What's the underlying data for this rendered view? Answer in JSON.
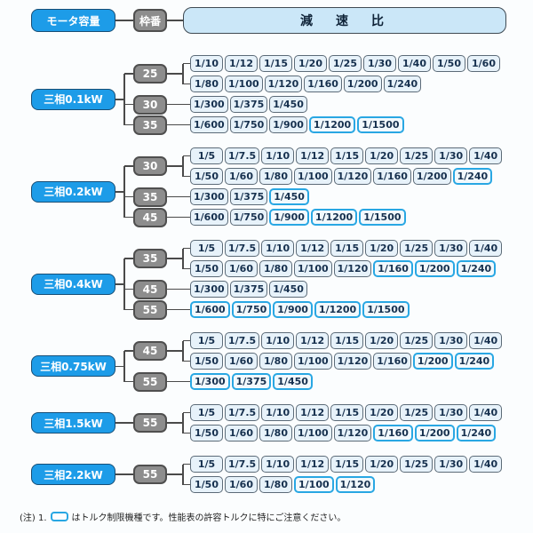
{
  "header": {
    "motor_capacity": "モータ容量",
    "frame_number": "枠番",
    "reduction_ratio": "減　速　比"
  },
  "colors": {
    "motor_box_fill": "#1d9ce8",
    "frame_box_fill": "#8d8d8d",
    "ratio_box_fill": "#e7f2fa",
    "reduction_header_fill": "#cbe7f8",
    "torque_limited_border": "#29a7e3",
    "connector_line": "#4a4a4a"
  },
  "groups": [
    {
      "motor": "三相0.1kW",
      "frames": [
        {
          "frame": "25",
          "rows": [
            [
              "1/10",
              "1/12",
              "1/15",
              "1/20",
              "1/25",
              "1/30",
              "1/40",
              "1/50",
              "1/60"
            ],
            [
              "1/80",
              "1/100",
              "1/120",
              "1/160",
              "1/200",
              "1/240"
            ]
          ]
        },
        {
          "frame": "30",
          "rows": [
            [
              "1/300",
              "1/375",
              "1/450"
            ]
          ]
        },
        {
          "frame": "35",
          "rows": [
            [
              "1/600",
              "1/750",
              "1/900",
              {
                "label": "1/1200",
                "torque_limited": true
              },
              {
                "label": "1/1500",
                "torque_limited": true
              }
            ]
          ]
        }
      ]
    },
    {
      "motor": "三相0.2kW",
      "frames": [
        {
          "frame": "30",
          "rows": [
            [
              "1/5",
              "1/7.5",
              "1/10",
              "1/12",
              "1/15",
              "1/20",
              "1/25",
              "1/30",
              "1/40"
            ],
            [
              "1/50",
              "1/60",
              "1/80",
              "1/100",
              "1/120",
              "1/160",
              "1/200",
              {
                "label": "1/240",
                "torque_limited": true
              }
            ]
          ]
        },
        {
          "frame": "35",
          "rows": [
            [
              "1/300",
              "1/375",
              {
                "label": "1/450",
                "torque_limited": true
              }
            ]
          ]
        },
        {
          "frame": "45",
          "rows": [
            [
              "1/600",
              "1/750",
              {
                "label": "1/900",
                "torque_limited": true
              },
              {
                "label": "1/1200",
                "torque_limited": true
              },
              {
                "label": "1/1500",
                "torque_limited": true
              }
            ]
          ]
        }
      ]
    },
    {
      "motor": "三相0.4kW",
      "frames": [
        {
          "frame": "35",
          "rows": [
            [
              "1/5",
              "1/7.5",
              "1/10",
              "1/12",
              "1/15",
              "1/20",
              "1/25",
              "1/30",
              "1/40"
            ],
            [
              "1/50",
              "1/60",
              "1/80",
              "1/100",
              "1/120",
              {
                "label": "1/160",
                "torque_limited": true
              },
              {
                "label": "1/200",
                "torque_limited": true
              },
              {
                "label": "1/240",
                "torque_limited": true
              }
            ]
          ]
        },
        {
          "frame": "45",
          "rows": [
            [
              "1/300",
              "1/375",
              "1/450"
            ]
          ]
        },
        {
          "frame": "55",
          "rows": [
            [
              {
                "label": "1/600",
                "torque_limited": true
              },
              {
                "label": "1/750",
                "torque_limited": true
              },
              {
                "label": "1/900",
                "torque_limited": true
              },
              {
                "label": "1/1200",
                "torque_limited": true
              },
              {
                "label": "1/1500",
                "torque_limited": true
              }
            ]
          ]
        }
      ]
    },
    {
      "motor": "三相0.75kW",
      "frames": [
        {
          "frame": "45",
          "rows": [
            [
              "1/5",
              "1/7.5",
              "1/10",
              "1/12",
              "1/15",
              "1/20",
              "1/25",
              "1/30",
              "1/40"
            ],
            [
              "1/50",
              "1/60",
              "1/80",
              "1/100",
              "1/120",
              "1/160",
              {
                "label": "1/200",
                "torque_limited": true
              },
              {
                "label": "1/240",
                "torque_limited": true
              }
            ]
          ]
        },
        {
          "frame": "55",
          "rows": [
            [
              {
                "label": "1/300",
                "torque_limited": true
              },
              {
                "label": "1/375",
                "torque_limited": true
              },
              {
                "label": "1/450",
                "torque_limited": true
              }
            ]
          ]
        }
      ]
    },
    {
      "motor": "三相1.5kW",
      "frames": [
        {
          "frame": "55",
          "rows": [
            [
              "1/5",
              "1/7.5",
              "1/10",
              "1/12",
              "1/15",
              "1/20",
              "1/25",
              "1/30",
              "1/40"
            ],
            [
              "1/50",
              "1/60",
              "1/80",
              "1/100",
              "1/120",
              {
                "label": "1/160",
                "torque_limited": true
              },
              {
                "label": "1/200",
                "torque_limited": true
              },
              {
                "label": "1/240",
                "torque_limited": true
              }
            ]
          ]
        }
      ]
    },
    {
      "motor": "三相2.2kW",
      "frames": [
        {
          "frame": "55",
          "rows": [
            [
              "1/5",
              "1/7.5",
              "1/10",
              "1/12",
              "1/15",
              "1/20",
              "1/25",
              "1/30",
              "1/40"
            ],
            [
              "1/50",
              "1/60",
              "1/80",
              {
                "label": "1/100",
                "torque_limited": true
              },
              {
                "label": "1/120",
                "torque_limited": true
              }
            ]
          ]
        }
      ]
    }
  ],
  "note": {
    "prefix": "(注) 1.",
    "text": "はトルク制限機種です。性能表の許容トルクに特にご注意ください。"
  }
}
